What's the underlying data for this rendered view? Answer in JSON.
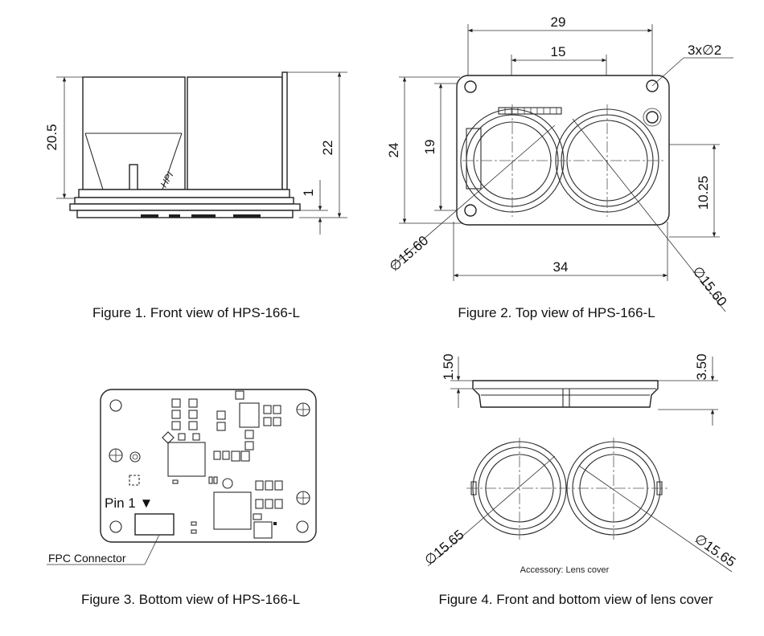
{
  "figure1": {
    "caption": "Figure 1. Front view of HPS-166-L",
    "dim_height": "20.5",
    "dim_total": "22",
    "dim_base": "1"
  },
  "figure2": {
    "caption": "Figure 2. Top view of HPS-166-L",
    "dim_width": "29",
    "dim_lens_spacing": "15",
    "dim_holes": "3x∅2",
    "dim_height": "24",
    "dim_hole_spacing": "19",
    "dim_center": "10.25",
    "dim_base_width": "34",
    "dim_lens_left": "∅15.60",
    "dim_lens_right": "∅15.60"
  },
  "figure3": {
    "caption": "Figure 3. Bottom view of HPS-166-L",
    "pin_label": "Pin 1 ▼",
    "connector_label": "FPC Connector"
  },
  "figure4": {
    "caption": "Figure 4. Front and bottom view of lens cover",
    "dim_thin": "1.50",
    "dim_thick": "3.50",
    "dim_lens_left": "∅15.65",
    "dim_lens_right": "∅15.65",
    "accessory_label": "Accessory: Lens cover"
  }
}
